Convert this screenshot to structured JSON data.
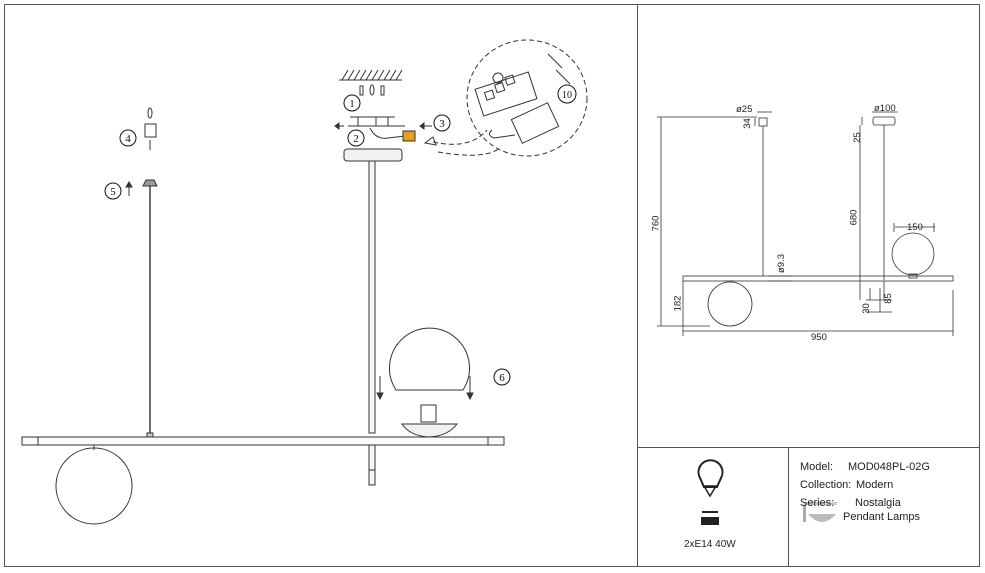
{
  "product": {
    "model_label": "Model:",
    "model_value": "MOD048PL-02G",
    "collection_label": "Collection:",
    "collection_value": "Modern",
    "series_label": "Series:",
    "series_value": "Nostalgia",
    "category": "Pendant Lamps"
  },
  "bulb": {
    "spec": "2xE14 40W",
    "icon": "light-bulb-icon"
  },
  "assembly": {
    "steps": [
      "1",
      "2",
      "3",
      "4",
      "5",
      "6",
      "10"
    ]
  },
  "dimensions": {
    "canopy_small_diameter": "ø25",
    "canopy_small_height": "34",
    "canopy_large_diameter": "ø100",
    "canopy_large_height": "25",
    "overall_height": "760",
    "rod_length": "680",
    "globe_diameter": "150",
    "rod_diameter": "ø9.3",
    "bar_to_globe": "182",
    "offset_a": "30",
    "offset_b": "85",
    "overall_width": "950"
  }
}
